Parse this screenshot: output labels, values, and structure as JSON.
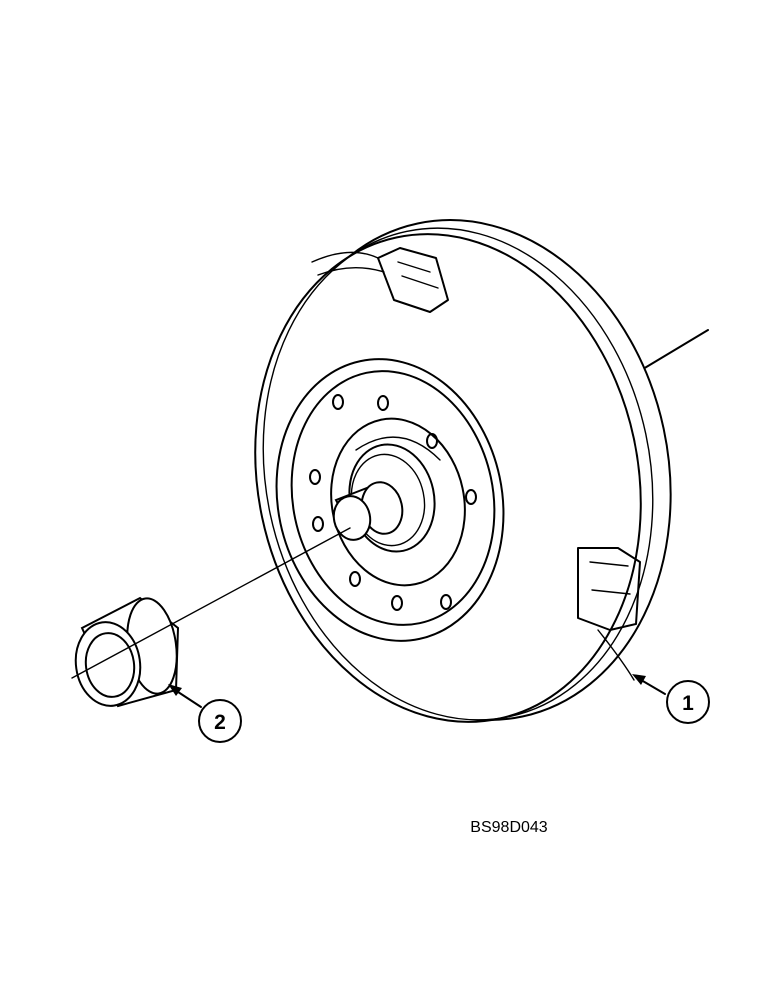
{
  "callouts": [
    {
      "label": "1",
      "part": "torque-converter"
    },
    {
      "label": "2",
      "part": "sleeve-bushing"
    }
  ],
  "figure_id": "BS98D043",
  "colors": {
    "line": "#000000",
    "background": "#ffffff"
  }
}
